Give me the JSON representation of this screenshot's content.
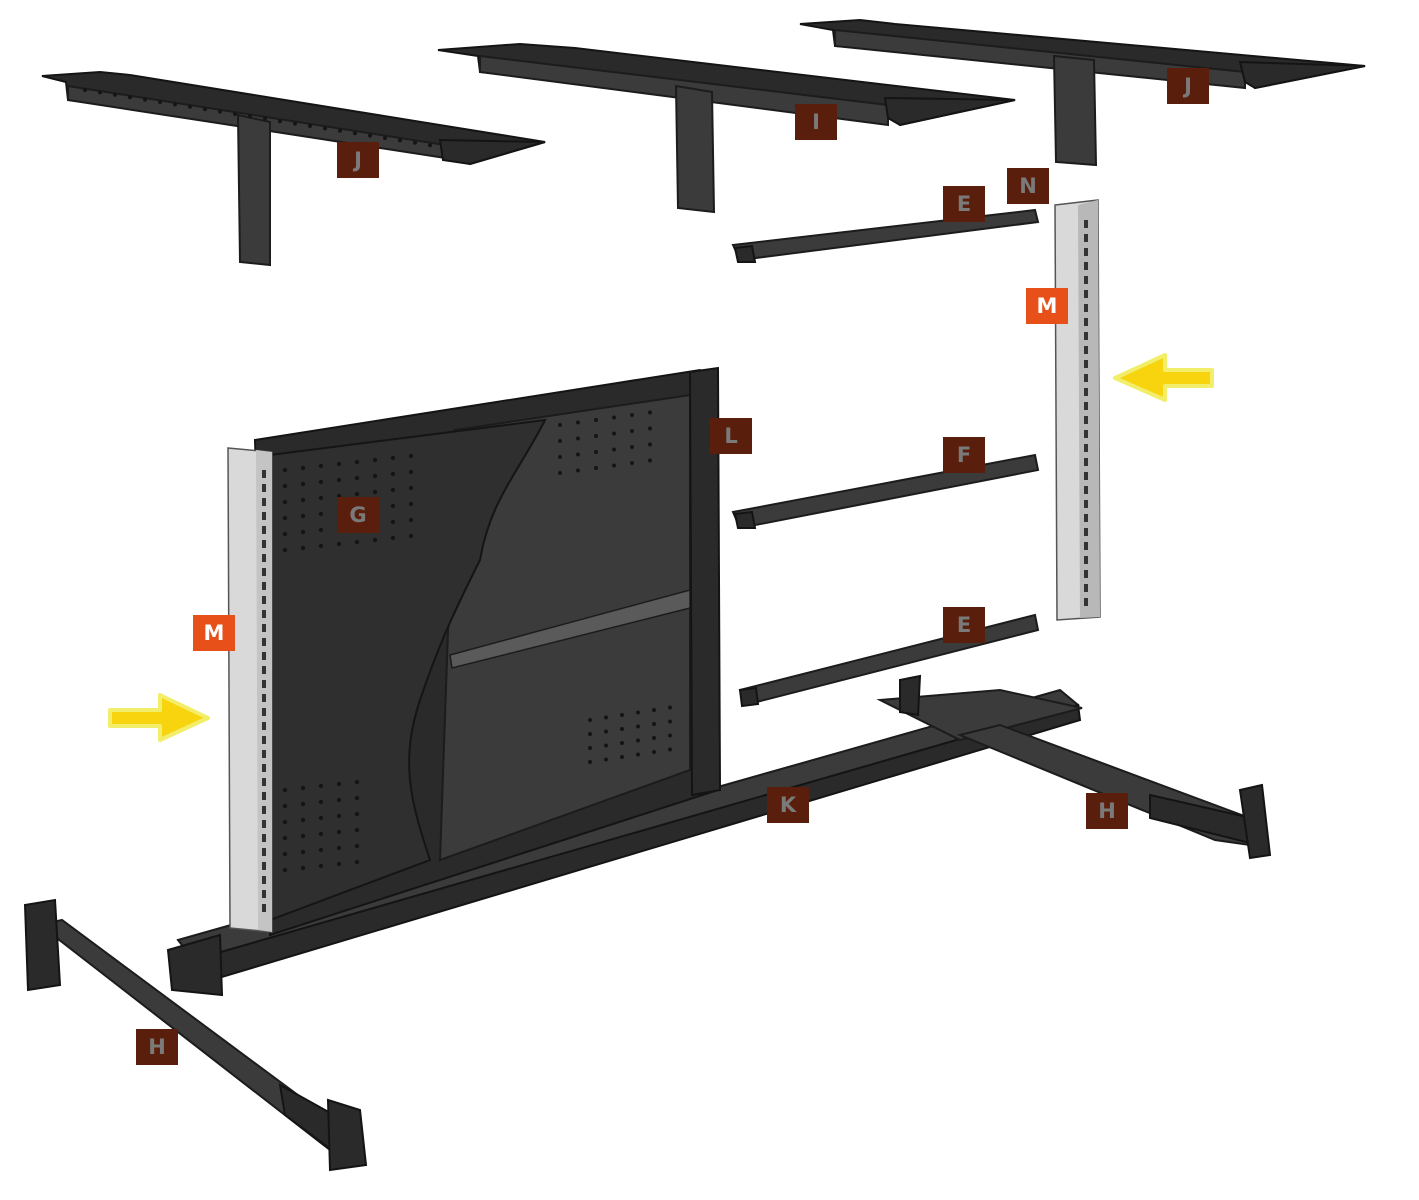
{
  "colors": {
    "label_dark_bg": "#5a1f0c",
    "label_dark_text": "#7a7a7a",
    "label_accent_bg": "#e8501a",
    "label_accent_text": "#ffffff",
    "arrow_fill": "#f7d40e",
    "arrow_stroke": "#f3ee6a"
  },
  "labels": {
    "j_left": "J",
    "i_center": "I",
    "j_right": "J",
    "n": "N",
    "e_top": "E",
    "m_right": "M",
    "l": "L",
    "g": "G",
    "f": "F",
    "m_left": "M",
    "e_bottom": "E",
    "k": "K",
    "h_right": "H",
    "h_left": "H"
  },
  "icons": {
    "arrow_left": "arrow-right-icon",
    "arrow_right": "arrow-left-icon"
  }
}
